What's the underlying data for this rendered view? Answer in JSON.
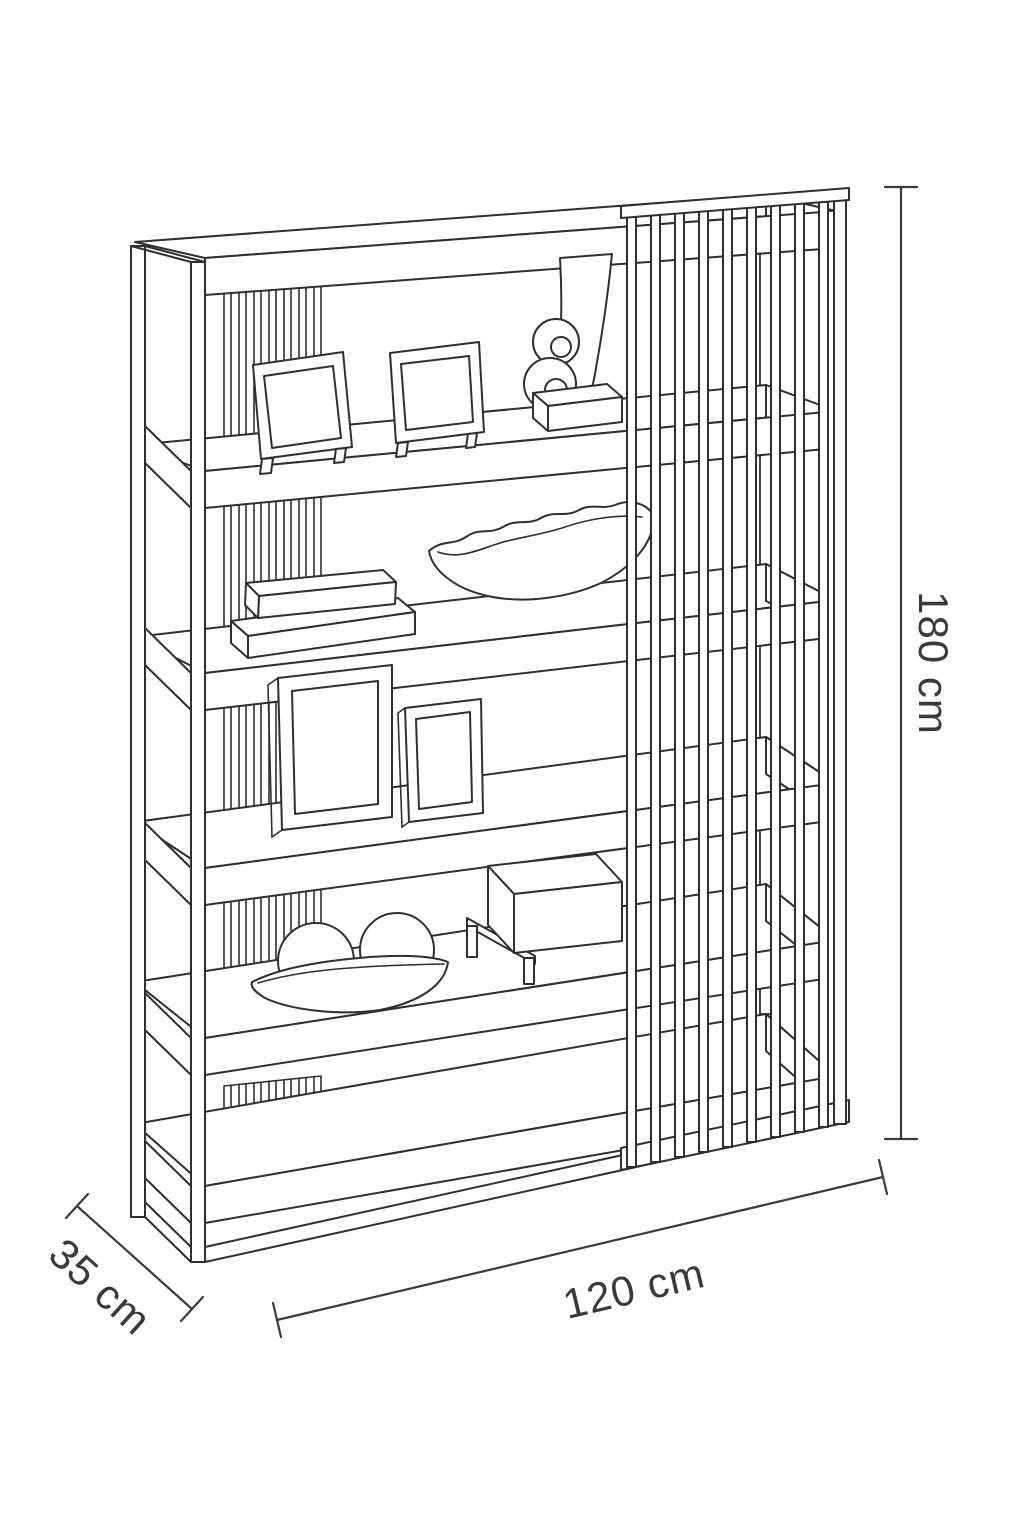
{
  "page": {
    "background": "#ffffff"
  },
  "diagram": {
    "type": "furniture dimension line drawing",
    "subject": "open shelving unit with vertical slat back panels and full-height slatted screen on the right side",
    "line_color": "#2f2f2f",
    "text_color": "#3a3a3a",
    "shelf_levels": 6,
    "dimensions": {
      "height": {
        "label": "180 cm",
        "value": 180,
        "unit": "cm",
        "axis": "vertical"
      },
      "width": {
        "label": "120 cm",
        "value": 120,
        "unit": "cm",
        "axis": "width"
      },
      "depth": {
        "label": "35 cm",
        "value": 35,
        "unit": "cm",
        "axis": "depth"
      }
    },
    "decor_items": [
      "picture frame",
      "picture frame",
      "scroll sculpture on base",
      "stack of two books",
      "wavy bowl",
      "large standing frame",
      "small standing frame",
      "dish with two spheres",
      "box on small stand"
    ]
  }
}
